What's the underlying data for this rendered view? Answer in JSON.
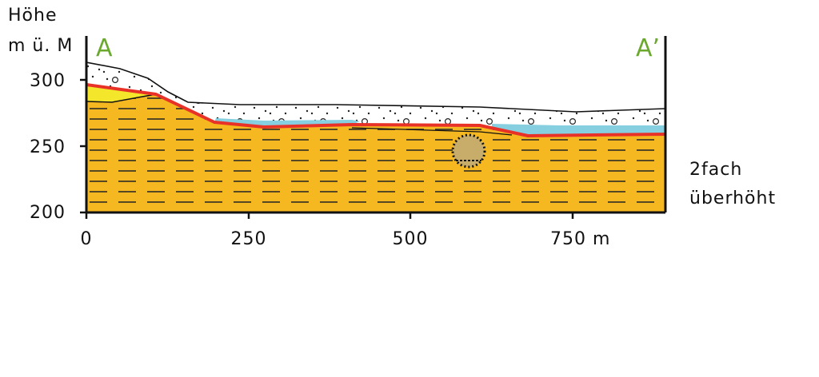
{
  "axis": {
    "title_line1": "Höhe",
    "title_line2": "m ü. M",
    "y_ticks": [
      "300",
      "250",
      "200"
    ],
    "x_ticks": [
      "0",
      "250",
      "500",
      "750 m"
    ]
  },
  "section": {
    "start_label": "A",
    "end_label": "A’",
    "note_line1": "2fach",
    "note_line2": "überhöht"
  },
  "colors": {
    "bedrock": "#f5b820",
    "yellow_lens": "#f4e62a",
    "groundwater": "#86cfe0",
    "boundary_line": "#e83228",
    "gravel": "#ffffff",
    "inclusion": "#c8ad6a",
    "point_label": "#6aa92e"
  }
}
